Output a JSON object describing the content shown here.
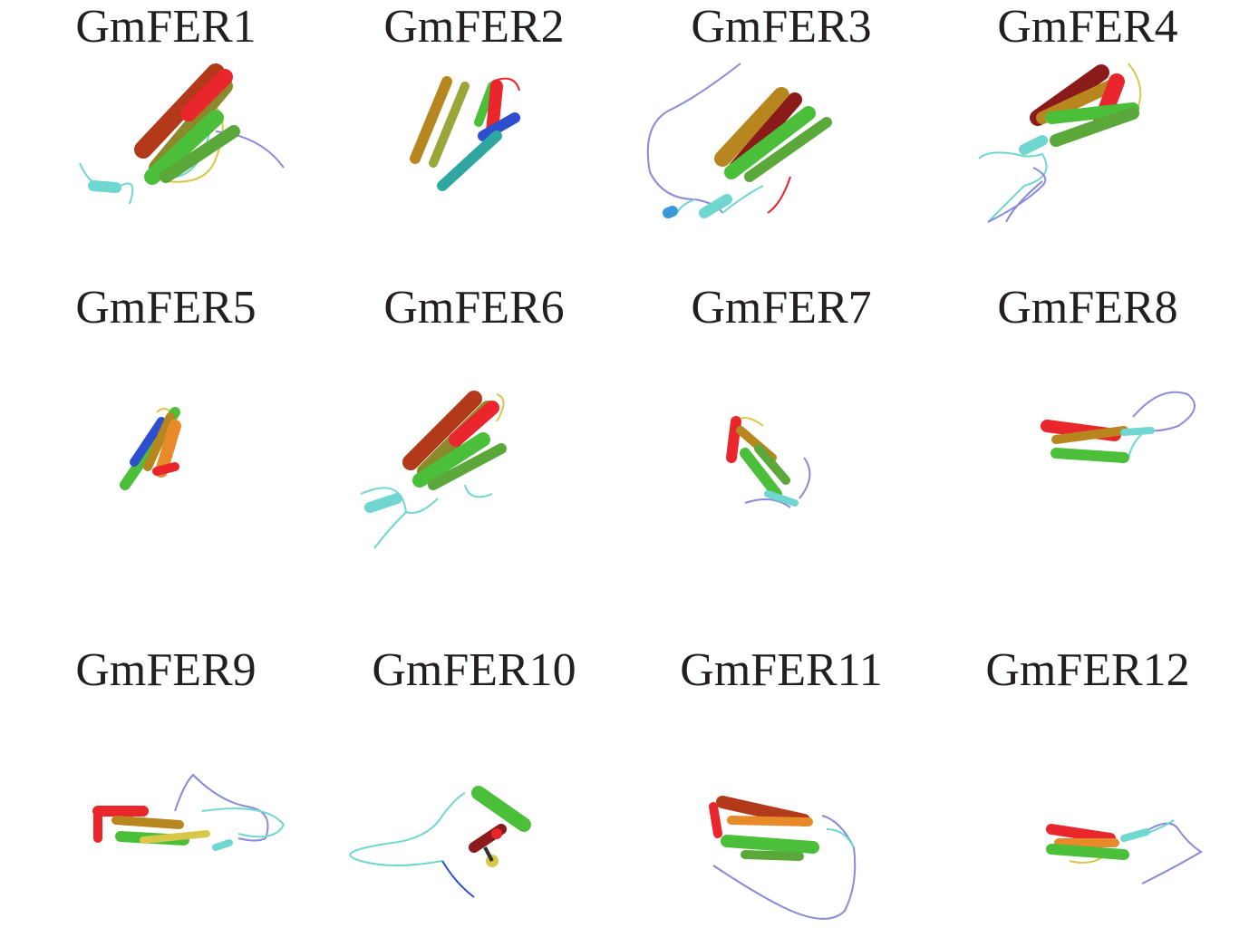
{
  "figure": {
    "panels": [
      {
        "label": "GmFER1",
        "image": "protein-3d-structure-cartoon"
      },
      {
        "label": "GmFER2",
        "image": "protein-3d-structure-cartoon"
      },
      {
        "label": "GmFER3",
        "image": "protein-3d-structure-cartoon"
      },
      {
        "label": "GmFER4",
        "image": "protein-3d-structure-cartoon"
      },
      {
        "label": "GmFER5",
        "image": "protein-3d-structure-cartoon"
      },
      {
        "label": "GmFER6",
        "image": "protein-3d-structure-cartoon"
      },
      {
        "label": "GmFER7",
        "image": "protein-3d-structure-cartoon"
      },
      {
        "label": "GmFER8",
        "image": "protein-3d-structure-cartoon"
      },
      {
        "label": "GmFER9",
        "image": "protein-3d-structure-cartoon"
      },
      {
        "label": "GmFER10",
        "image": "protein-3d-structure-cartoon"
      },
      {
        "label": "GmFER11",
        "image": "protein-3d-structure-cartoon"
      },
      {
        "label": "GmFER12",
        "image": "protein-3d-structure-cartoon"
      }
    ],
    "colors": {
      "text": "#231f20",
      "red": "#e8262c",
      "dark_red": "#8b1a1a",
      "orange": "#e88a2a",
      "olive": "#8a8a2a",
      "green": "#4cbf3a",
      "yellow": "#d8c84a",
      "cyan": "#6fd6d0",
      "blue": "#2d4fcf",
      "lavender": "#8a8ad8"
    }
  }
}
